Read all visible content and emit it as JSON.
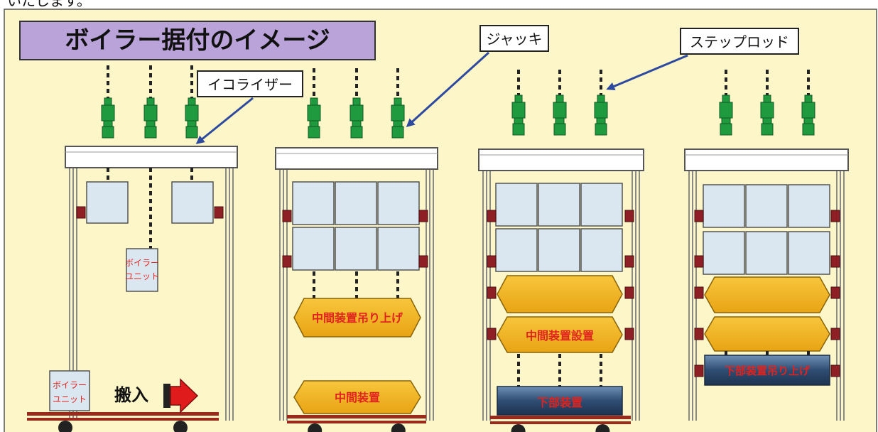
{
  "top_text": "いたします。",
  "title": "ボイラー据付のイメージ",
  "callouts": {
    "equalizer": "イコライザー",
    "jack": "ジャッキ",
    "step_rod": "ステップロッド"
  },
  "stage1": {
    "boiler_unit_lines": [
      "ボイラー",
      "ユニット"
    ],
    "cart_boiler_unit_lines": [
      "ボイラー",
      "ユニット"
    ],
    "carry_in": "搬入"
  },
  "stage2": {
    "lift_label": "中間装置吊り上げ",
    "cart_label": "中間装置"
  },
  "stage3": {
    "set_label": "中間装置設置",
    "cart_label": "下部装置"
  },
  "stage4": {
    "lift_label": "下部装置吊り上げ"
  },
  "colors": {
    "background": "#fcf6c8",
    "title_box": "#b9a3d9",
    "jack_green": "#1f9a3f",
    "rod_dark": "#222222",
    "panel_blue": "#dbe7f0",
    "gold": "#f2b21c",
    "label_red": "#e0231f",
    "clamp_maroon": "#8e1f25",
    "rail_red": "#9c2a1c",
    "arrow_blue": "#2d4aa0",
    "dark_block": "#36547a"
  }
}
